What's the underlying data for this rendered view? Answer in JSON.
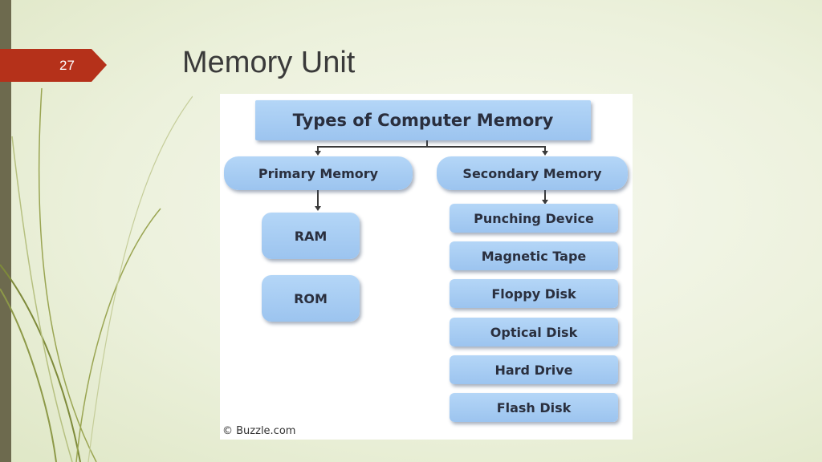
{
  "slide": {
    "number": "27",
    "title": "Memory Unit"
  },
  "diagram": {
    "root": "Types of Computer Memory",
    "primary": {
      "label": "Primary Memory",
      "items": [
        "RAM",
        "ROM"
      ]
    },
    "secondary": {
      "label": "Secondary Memory",
      "items": [
        "Punching Device",
        "Magnetic Tape",
        "Floppy Disk",
        "Optical Disk",
        "Hard Drive",
        "Flash Disk"
      ]
    },
    "credit": "© Buzzle.com"
  },
  "colors": {
    "background": "#ecf1dc",
    "accent_tab": "#b5311a",
    "left_bar": "#6d6a4e",
    "box_fill": "#9cc4ef"
  }
}
